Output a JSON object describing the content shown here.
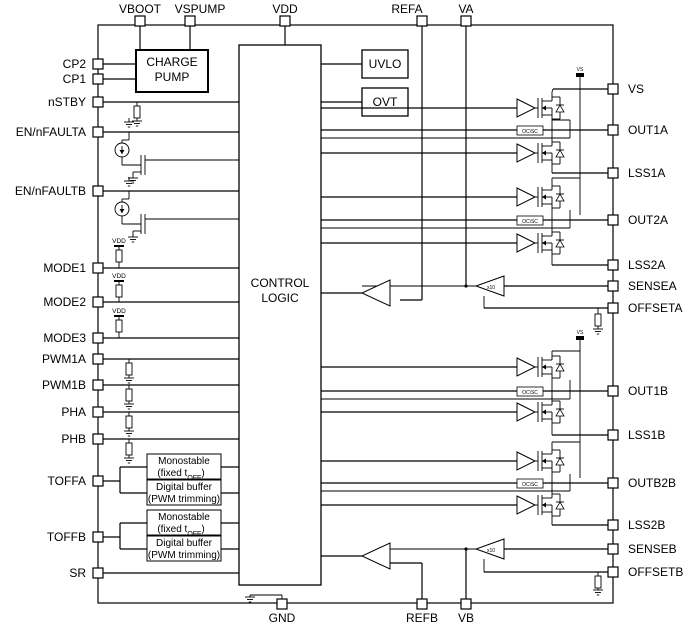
{
  "pins_top": {
    "vboot": "VBOOT",
    "vspump": "VSPUMP",
    "vdd": "VDD",
    "refa": "REFA",
    "va": "VA"
  },
  "pins_left": {
    "cp2": "CP2",
    "cp1": "CP1",
    "nstby": "nSTBY",
    "en_nfaulta": "EN/nFAULTA",
    "en_nfaultb": "EN/nFAULTB",
    "mode1": "MODE1",
    "mode2": "MODE2",
    "mode3": "MODE3",
    "pwm1a": "PWM1A",
    "pwm1b": "PWM1B",
    "pha": "PHA",
    "phb": "PHB",
    "toffa": "TOFFA",
    "toffb": "TOFFB",
    "sr": "SR"
  },
  "pins_right": {
    "vs": "VS",
    "out1a": "OUT1A",
    "lss1a": "LSS1A",
    "out2a": "OUT2A",
    "lss2a": "LSS2A",
    "sensea": "SENSEA",
    "offseta": "OFFSETA",
    "out1b": "OUT1B",
    "lss1b": "LSS1B",
    "outb2b": "OUTB2B",
    "lss2b": "LSS2B",
    "senseb": "SENSEB",
    "offsetb": "OFFSETB"
  },
  "pins_bottom": {
    "gnd": "GND",
    "refb": "REFB",
    "vb": "VB"
  },
  "blocks": {
    "charge_pump_line1": "CHARGE",
    "charge_pump_line2": "PUMP",
    "control_logic_line1": "CONTROL",
    "control_logic_line2": "LOGIC",
    "uvlo": "UVLO",
    "ovt": "OVT",
    "monostable_a_line1": "Monostable",
    "monostable_a_line2": "(fixed t",
    "monostable_a_sub": "OFF",
    "digital_buffer_a_line1": "Digital buffer",
    "digital_buffer_a_line2": "(PWM trimming)",
    "monostable_b_line1": "Monostable",
    "monostable_b_line2": "(fixed t",
    "monostable_b_sub": "OFF",
    "digital_buffer_b_line1": "Digital buffer",
    "digital_buffer_b_line2": "(PWM trimming)"
  },
  "small_labels": {
    "vdd_pullup": "VDD",
    "vs_local": "VS",
    "x10": "x10",
    "ocsc": "OC\\SC"
  }
}
